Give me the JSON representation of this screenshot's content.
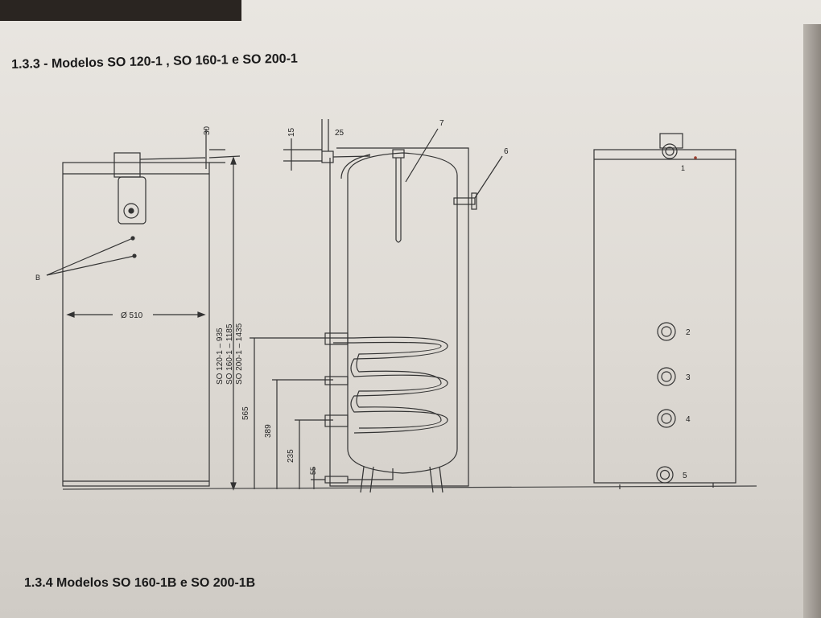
{
  "section_title": "1.3.3 - Modelos SO 120-1 , SO 160-1  e SO 200-1",
  "next_section_title": "1.3.4 Modelos SO 160-1B e SO 200-1B",
  "front_view": {
    "label_b": "B",
    "diameter_label": "Ø 510",
    "top_dimension": "30",
    "heights": [
      "SO 120-1 – 935",
      "SO 160-1 – 1185",
      "SO 200-1 – 1435"
    ]
  },
  "section_view": {
    "dim_top_15": "15",
    "dim_top_25": "25",
    "dim_565": "565",
    "dim_389": "389",
    "dim_235": "235",
    "dim_55": "55",
    "callout_7": "7",
    "callout_6": "6"
  },
  "side_view": {
    "callout_1": "1",
    "callout_2": "2",
    "callout_3": "3",
    "callout_4": "4",
    "callout_5": "5"
  }
}
